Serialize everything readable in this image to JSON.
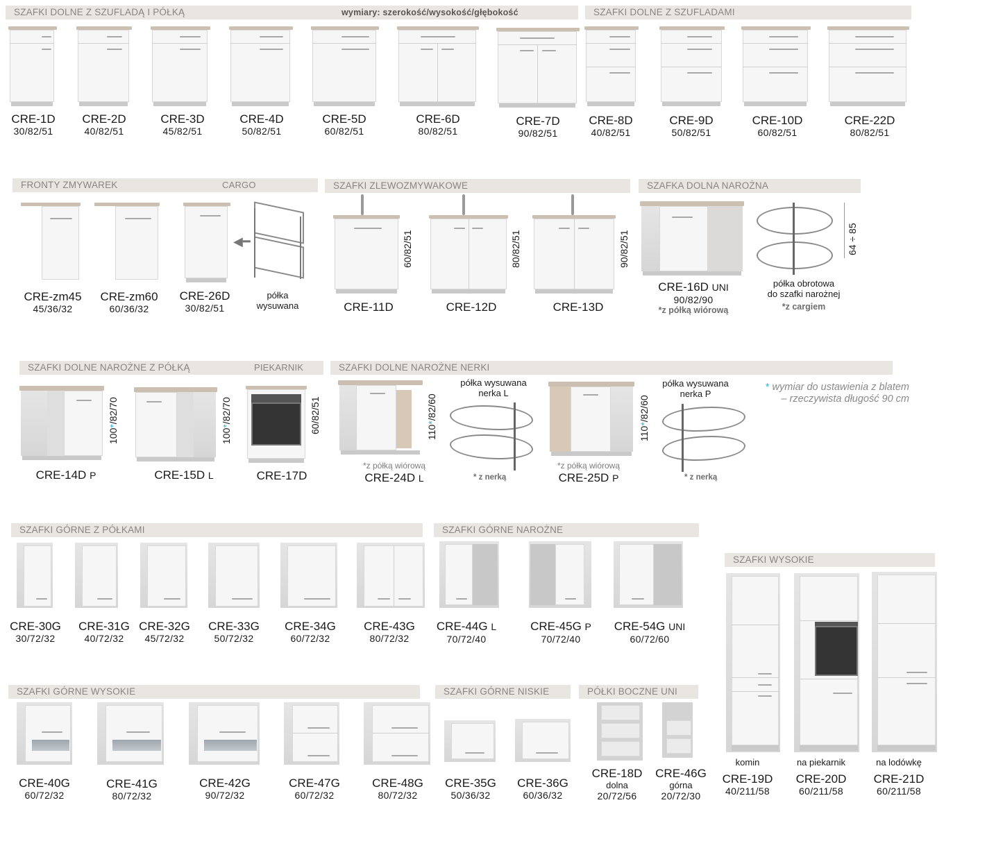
{
  "sections": {
    "s1": {
      "title": "SZAFKI DOLNE Z SZUFLADĄ I PÓŁKĄ",
      "sub": "wymiary: szerokość/wysokość/głębokość"
    },
    "s2": {
      "title": "SZAFKI DOLNE Z SZUFLADAMI"
    },
    "s3": {
      "title": "FRONTY ZMYWAREK",
      "sub": "CARGO"
    },
    "s4": {
      "title": "SZAFKI ZLEWOZMYWAKOWE"
    },
    "s5": {
      "title": "SZAFKA DOLNA NAROŻNA"
    },
    "s6": {
      "title": "SZAFKI DOLNE NAROŻNE Z PÓŁKĄ",
      "sub": "PIEKARNIK"
    },
    "s7": {
      "title": "SZAFKI DOLNE NAROŻNE NERKI"
    },
    "s8": {
      "title": "SZAFKI GÓRNE Z PÓŁKAMI"
    },
    "s9": {
      "title": "SZAFKI GÓRNE NAROŻNE"
    },
    "s10": {
      "title": "SZAFKI WYSOKIE"
    },
    "s11": {
      "title": "SZAFKI GÓRNE WYSOKIE"
    },
    "s12": {
      "title": "SZAFKI GÓRNE NISKIE"
    },
    "s13": {
      "title": "PÓŁKI BOCZNE UNI"
    }
  },
  "row1": [
    {
      "code": "CRE-1D",
      "dim": "30/82/51"
    },
    {
      "code": "CRE-2D",
      "dim": "40/82/51"
    },
    {
      "code": "CRE-3D",
      "dim": "45/82/51"
    },
    {
      "code": "CRE-4D",
      "dim": "50/82/51"
    },
    {
      "code": "CRE-5D",
      "dim": "60/82/51"
    },
    {
      "code": "CRE-6D",
      "dim": "80/82/51"
    },
    {
      "code": "CRE-7D",
      "dim": "90/82/51"
    },
    {
      "code": "CRE-8D",
      "dim": "40/82/51"
    },
    {
      "code": "CRE-9D",
      "dim": "50/82/51"
    },
    {
      "code": "CRE-10D",
      "dim": "60/82/51"
    },
    {
      "code": "CRE-22D",
      "dim": "80/82/51"
    }
  ],
  "row2": {
    "zm45": {
      "code": "CRE-zm45",
      "dim": "45/36/32"
    },
    "zm60": {
      "code": "CRE-zm60",
      "dim": "60/36/32"
    },
    "d26": {
      "code": "CRE-26D",
      "dim": "30/82/51"
    },
    "cargo_note1": "półka",
    "cargo_note2": "wysuwana",
    "d11": {
      "code": "CRE-11D",
      "vdim": "60/82/51"
    },
    "d12": {
      "code": "CRE-12D",
      "vdim": "80/82/51"
    },
    "d13": {
      "code": "CRE-13D",
      "vdim": "90/82/51"
    },
    "d16": {
      "code": "CRE-16D",
      "sfx": "UNI",
      "dim": "90/82/90",
      "note": "*z półką wiórową"
    },
    "corner_note1": "półka obrotowa",
    "corner_note2": "do szafki narożnej",
    "corner_note3": "*z cargiem",
    "corner_vdim": "64 ÷ 85"
  },
  "row3": {
    "d14": {
      "code": "CRE-14D",
      "sfx": "P",
      "vdim_a": "100",
      "vdim_b": "*",
      "vdim_c": "/82/70"
    },
    "d15": {
      "code": "CRE-15D",
      "sfx": "L",
      "vdim_a": "100",
      "vdim_b": "*",
      "vdim_c": "/82/70"
    },
    "d17": {
      "code": "CRE-17D",
      "vdim": "60/82/51"
    },
    "d24": {
      "code": "CRE-24D",
      "sfx": "L",
      "vdim_a": "110",
      "vdim_b": "*",
      "vdim_c": "/82/60",
      "note": "*z półką wiórową"
    },
    "nerkaL_1": "półka wysuwana",
    "nerkaL_2": "nerka L",
    "nerkaL_3": "* z nerką",
    "d25": {
      "code": "CRE-25D",
      "sfx": "P",
      "vdim_a": "110",
      "vdim_b": "*",
      "vdim_c": "/82/60",
      "note": "*z półką wiórową"
    },
    "nerkaP_1": "półka wysuwana",
    "nerkaP_2": "nerka P",
    "nerkaP_3": "* z nerką",
    "footnote_star": "*",
    "footnote1": "wymiar do ustawienia z blatem",
    "footnote2": "– rzeczywista długość 90 cm"
  },
  "row4": [
    {
      "code": "CRE-30G",
      "dim": "30/72/32"
    },
    {
      "code": "CRE-31G",
      "dim": "40/72/32"
    },
    {
      "code": "CRE-32G",
      "dim": "45/72/32"
    },
    {
      "code": "CRE-33G",
      "dim": "50/72/32"
    },
    {
      "code": "CRE-34G",
      "dim": "60/72/32"
    },
    {
      "code": "CRE-43G",
      "dim": "80/72/32"
    },
    {
      "code": "CRE-44G",
      "sfx": "L",
      "dim": "70/72/40"
    },
    {
      "code": "CRE-45G",
      "sfx": "P",
      "dim": "70/72/40"
    },
    {
      "code": "CRE-54G",
      "sfx": "UNI",
      "dim": "60/72/60"
    }
  ],
  "row5": [
    {
      "code": "CRE-40G",
      "dim": "60/72/32"
    },
    {
      "code": "CRE-41G",
      "dim": "80/72/32"
    },
    {
      "code": "CRE-42G",
      "dim": "90/72/32"
    },
    {
      "code": "CRE-47G",
      "dim": "60/72/32"
    },
    {
      "code": "CRE-48G",
      "dim": "80/72/32"
    },
    {
      "code": "CRE-35G",
      "dim": "50/36/32"
    },
    {
      "code": "CRE-36G",
      "dim": "60/36/32"
    },
    {
      "code": "CRE-18D",
      "note": "dolna",
      "dim": "20/72/56"
    },
    {
      "code": "CRE-46G",
      "note": "górna",
      "dim": "20/72/30"
    }
  ],
  "tall": [
    {
      "code": "CRE-19D",
      "note": "komin",
      "dim": "40/211/58"
    },
    {
      "code": "CRE-20D",
      "note": "na piekarnik",
      "dim": "60/211/58"
    },
    {
      "code": "CRE-21D",
      "note": "na lodówkę",
      "dim": "60/211/58"
    }
  ]
}
